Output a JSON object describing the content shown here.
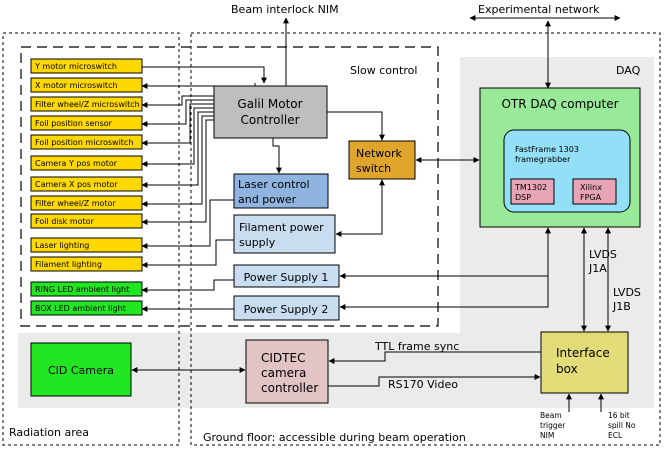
{
  "top": {
    "beam_interlock": "Beam interlock NIM",
    "experimental_network": "Experimental network"
  },
  "areas": {
    "slow_control": "Slow control",
    "daq": "DAQ",
    "radiation": "Radiation area",
    "ground_floor": "Ground floor: accessible during beam operation"
  },
  "devices": [
    {
      "label": "Y motor microswitch",
      "color": "#ffd800"
    },
    {
      "label": "X motor microswitch",
      "color": "#ffd800"
    },
    {
      "label": "Filter wheel/Z microswitch",
      "color": "#ffd800"
    },
    {
      "label": "Foil position sensor",
      "color": "#ffd800"
    },
    {
      "label": "Foil position microswitch",
      "color": "#ffd800"
    },
    {
      "label": "Camera Y pos motor",
      "color": "#ffd800"
    },
    {
      "label": "Camera X pos motor",
      "color": "#ffd800"
    },
    {
      "label": "Filter wheel/Z  motor",
      "color": "#ffd800"
    },
    {
      "label": "Foil disk motor",
      "color": "#ffd800"
    },
    {
      "label": "Laser lighting",
      "color": "#ffd800"
    },
    {
      "label": "Filament lighting",
      "color": "#ffd800"
    },
    {
      "label": "RING LED ambient light",
      "color": "#22e622"
    },
    {
      "label": "BOX LED ambient light",
      "color": "#22e622"
    }
  ],
  "blocks": {
    "galil": [
      "Galil Motor",
      "Controller"
    ],
    "laser": [
      "Laser control",
      "and power"
    ],
    "filament": [
      "Filament power",
      "supply"
    ],
    "ps1": "Power Supply 1",
    "ps2": "Power Supply 2",
    "network_switch": [
      "Network",
      "switch"
    ],
    "otr_daq": "OTR DAQ computer",
    "fastframe": [
      "FastFrame 1303",
      "framegrabber"
    ],
    "tm1302": [
      "TM1302",
      "DSP"
    ],
    "xilinx": [
      "Xilinx",
      "FPGA"
    ],
    "cid_camera": "CID Camera",
    "cidtec": [
      "CIDTEC",
      "camera",
      "controller"
    ],
    "interface_box": [
      "Interface",
      "box"
    ]
  },
  "signals": {
    "lvds_j1a": [
      "LVDS",
      "J1A"
    ],
    "lvds_j1b": [
      "LVDS",
      "J1B"
    ],
    "ttl": "TTL frame sync",
    "rs170": "RS170 Video",
    "beam_trigger": [
      "Beam",
      "trigger",
      "NIM"
    ],
    "spill": [
      "16 bit",
      "spill No",
      "ECL"
    ]
  },
  "colors": {
    "device_yellow": "#ffd800",
    "device_green": "#22e622",
    "galil_grey": "#bebebe",
    "laser_blue": "#8fb4df",
    "filament_blue": "#c9ddf1",
    "switch_orange": "#e0a52b",
    "daq_green": "#98ea98",
    "fastframe_cyan": "#93dff8",
    "chip_pink": "#e6a4b4",
    "cid_green": "#22e622",
    "cidtec_pink": "#e3c4c4",
    "interface_yellow": "#e2dd78",
    "area_grey": "#ebebeb"
  }
}
